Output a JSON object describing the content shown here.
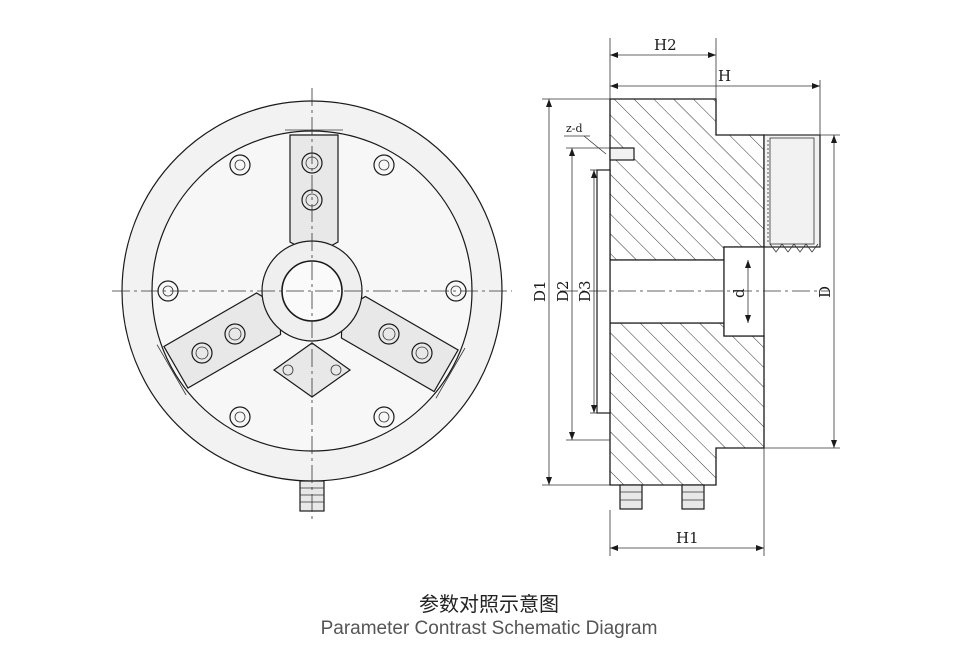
{
  "caption": {
    "chinese": "参数对照示意图",
    "english": "Parameter Contrast Schematic Diagram"
  },
  "labels": {
    "H2": "H2",
    "H": "H",
    "H1": "H1",
    "zd": "z-d",
    "D1": "D1",
    "D2": "D2",
    "D3": "D3",
    "d": "d",
    "D": "D"
  },
  "colors": {
    "line": "#1a1a1a",
    "face": "#f2f2f2",
    "caption_en": "#555555"
  }
}
